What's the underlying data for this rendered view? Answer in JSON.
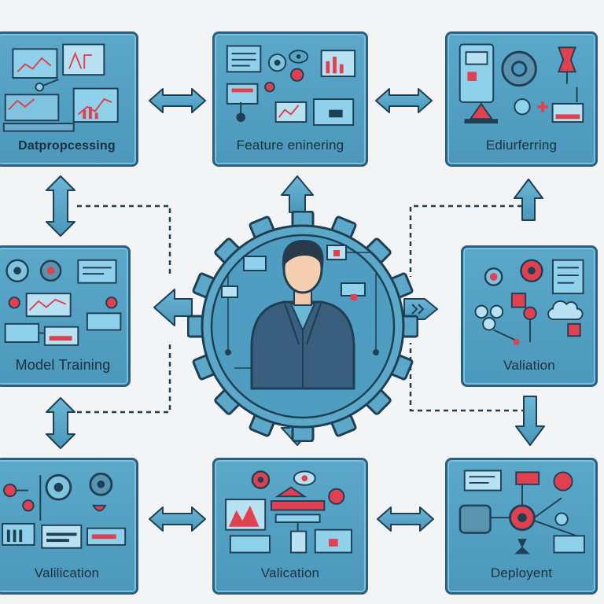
{
  "colors": {
    "card_fill": "#5ba8c9",
    "card_border": "#2a5f7e",
    "accent_red": "#e0404f",
    "line_dark": "#1f3f55",
    "arrow_fill": "#5ba8c9"
  },
  "cards": {
    "data_preprocessing": {
      "label": "Datpropcessing"
    },
    "feature_engineering": {
      "label": "Feature eninering"
    },
    "edit_engineering": {
      "label": "Ediurferring"
    },
    "model_training": {
      "label": "Model Training"
    },
    "validation_right": {
      "label": "Valiation"
    },
    "validation_bottom_left": {
      "label": "Valilication"
    },
    "validation_bottom_center": {
      "label": "Valication"
    },
    "deployment": {
      "label": "Deployent"
    }
  },
  "hub": {
    "figure": "person-icon",
    "ring": "gear-ring"
  },
  "icons": [
    "gear-icon",
    "monitor-icon",
    "chart-icon",
    "network-icon",
    "cloud-icon",
    "database-icon"
  ]
}
